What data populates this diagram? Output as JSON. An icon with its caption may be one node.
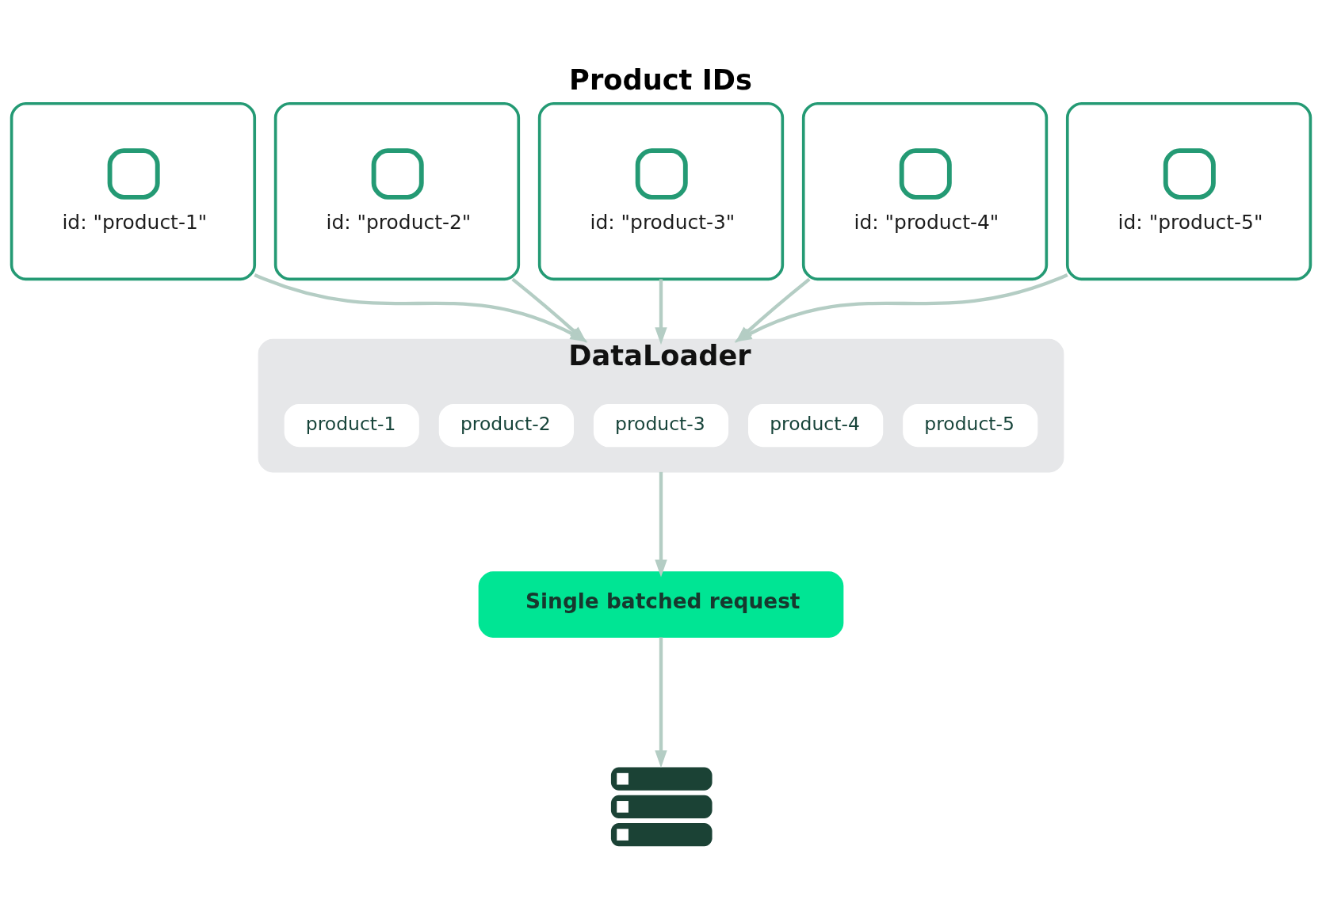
{
  "diagram": {
    "title": "Product IDs",
    "nodes": [
      {
        "text": [
          "id: \"product-1\""
        ]
      },
      {
        "text": [
          "id: \"product-2\""
        ]
      },
      {
        "text": [
          "id: \"product-3\""
        ]
      },
      {
        "text": [
          "id: \"product-4\""
        ]
      },
      {
        "text": [
          "id: \"product-5\""
        ]
      },
      {
        "text": [
          "DataLoader"
        ]
      },
      {
        "text": [
          "product-1"
        ],
        "in": 5
      },
      {
        "text": [
          "product-2"
        ],
        "in": 5
      },
      {
        "text": [
          "product-3"
        ],
        "in": 5
      },
      {
        "text": [
          "product-4"
        ],
        "in": 5
      },
      {
        "text": [
          "product-5"
        ],
        "in": 5
      },
      {
        "text": [
          "Single batched request"
        ]
      },
      {
        "text": [],
        "shape": "picture"
      }
    ],
    "edges": [
      {
        "from": 0,
        "to": 5,
        "arrow": "to"
      },
      {
        "from": 1,
        "to": 5,
        "arrow": "to"
      },
      {
        "from": 2,
        "to": 5,
        "arrow": "to"
      },
      {
        "from": 3,
        "to": 5,
        "arrow": "to"
      },
      {
        "from": 4,
        "to": 5,
        "arrow": "to"
      },
      {
        "from": 5,
        "to": 11,
        "arrow": "to"
      },
      {
        "from": 11,
        "to": 12,
        "arrow": "to"
      }
    ]
  }
}
